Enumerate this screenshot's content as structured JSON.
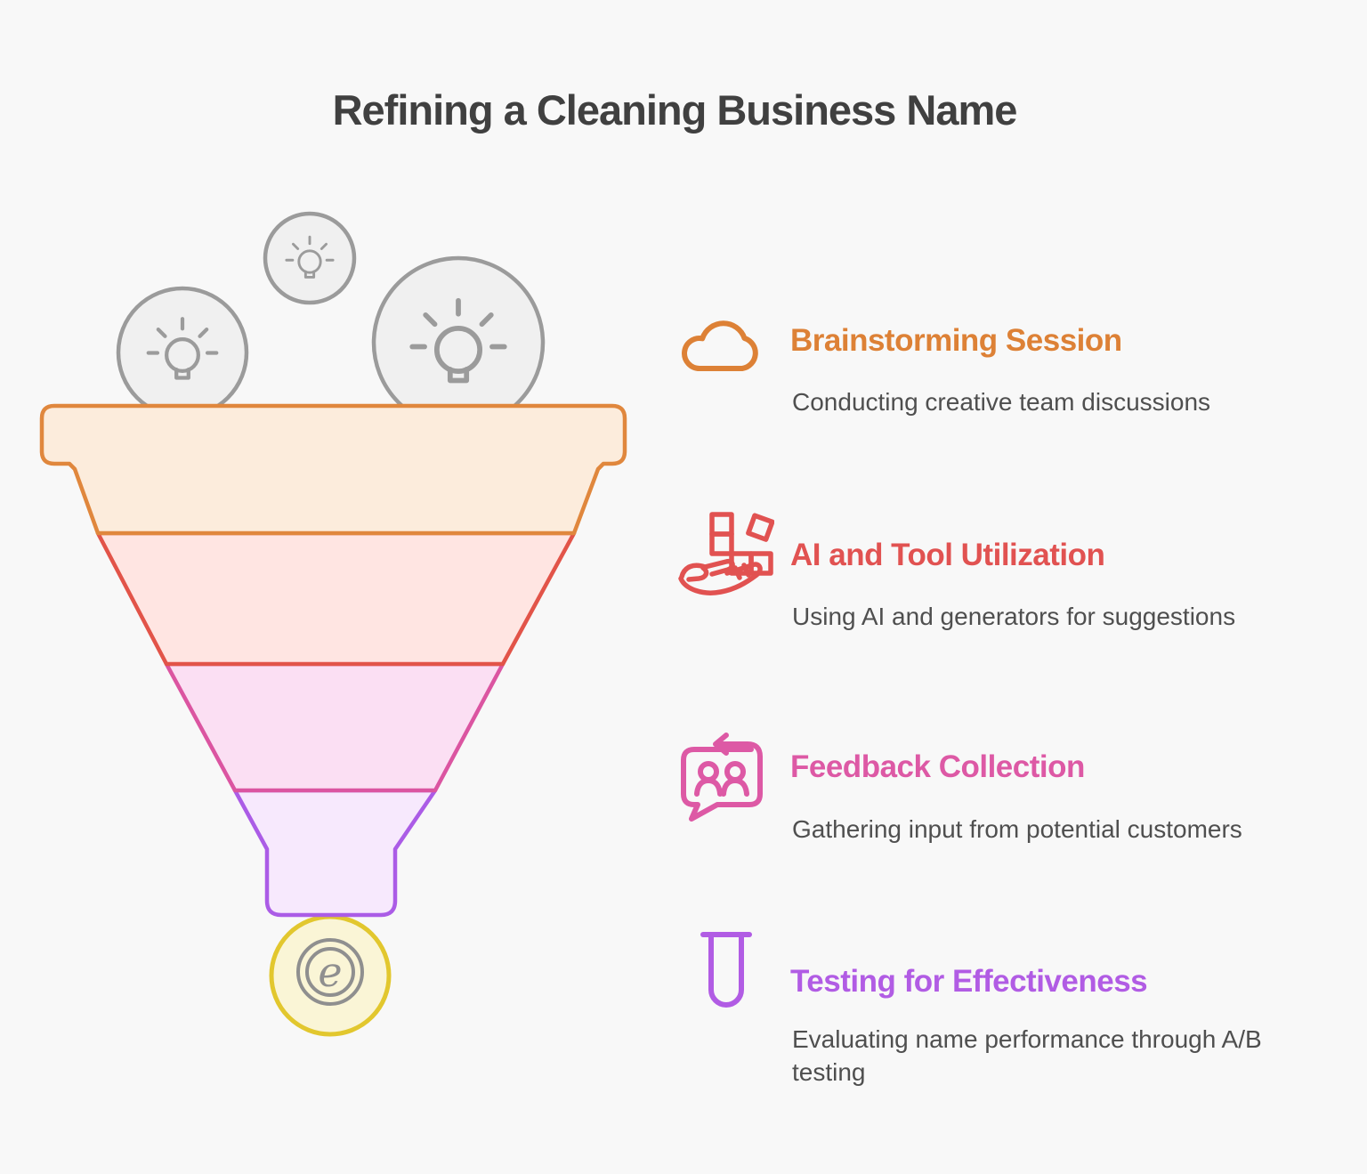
{
  "page": {
    "title": "Refining a Cleaning Business Name",
    "background": "#f8f8f8"
  },
  "funnel": {
    "bulb_color": "#9b9b9b",
    "bulb_fill": "#f0f0f0",
    "stages": [
      {
        "name": "brainstorming",
        "stroke": "#e0873d",
        "fill": "#fcecdc"
      },
      {
        "name": "ai-tools",
        "stroke": "#e25449",
        "fill": "#ffe5e2"
      },
      {
        "name": "feedback",
        "stroke": "#db55a1",
        "fill": "#fbdff3"
      },
      {
        "name": "testing",
        "stroke": "#ab5ce6",
        "fill": "#f7e9fd"
      }
    ],
    "outlet": {
      "stroke": "#e2c72e",
      "fill": "#faf5d6",
      "logo_letter": "e",
      "logo_color": "#8f8f8f"
    }
  },
  "items": [
    {
      "icon": "cloud-icon",
      "title": "Brainstorming Session",
      "description": "Conducting creative team discussions",
      "color": "#dd8136"
    },
    {
      "icon": "blocks-in-hand-icon",
      "title": "AI and Tool Utilization",
      "description": "Using AI and generators for suggestions",
      "color": "#e15251"
    },
    {
      "icon": "feedback-chat-icon",
      "title": "Feedback Collection",
      "description": "Gathering input from potential customers",
      "color": "#dd59a5"
    },
    {
      "icon": "test-tube-icon",
      "title": "Testing for Effectiveness",
      "description": "Evaluating name performance through A/B testing",
      "color": "#b15ce4"
    }
  ]
}
